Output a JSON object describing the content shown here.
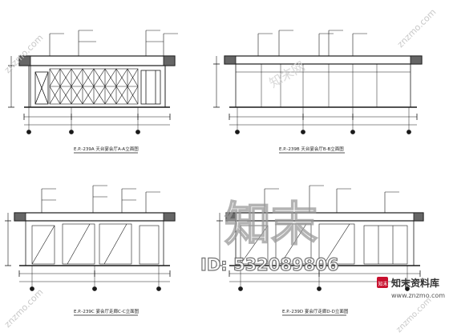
{
  "sheet": {
    "panels": [
      {
        "id": "tl",
        "title": "E.P.-239A  天台宴会厅A-A立面图"
      },
      {
        "id": "tr",
        "title": "E.P.-239B  天台宴会厅B-B立面图"
      },
      {
        "id": "bl",
        "title": "E.P.-239C  宴会厅走廊C-C立面图"
      },
      {
        "id": "br",
        "title": "E.P.-239D  宴会厅走廊D-D立面图"
      }
    ]
  },
  "watermark": {
    "big_logo": "知末",
    "id_text": "ID: 532089806",
    "brand_cn": "知末资料库",
    "brand_url": "www.znzmo.com",
    "diag_text": "znzmo.com",
    "center_text": "知末网"
  },
  "colors": {
    "line": "#1a1a1a",
    "hatch": "#444444",
    "watermark": "#cccccc",
    "brand_bg": "#c8102e"
  }
}
